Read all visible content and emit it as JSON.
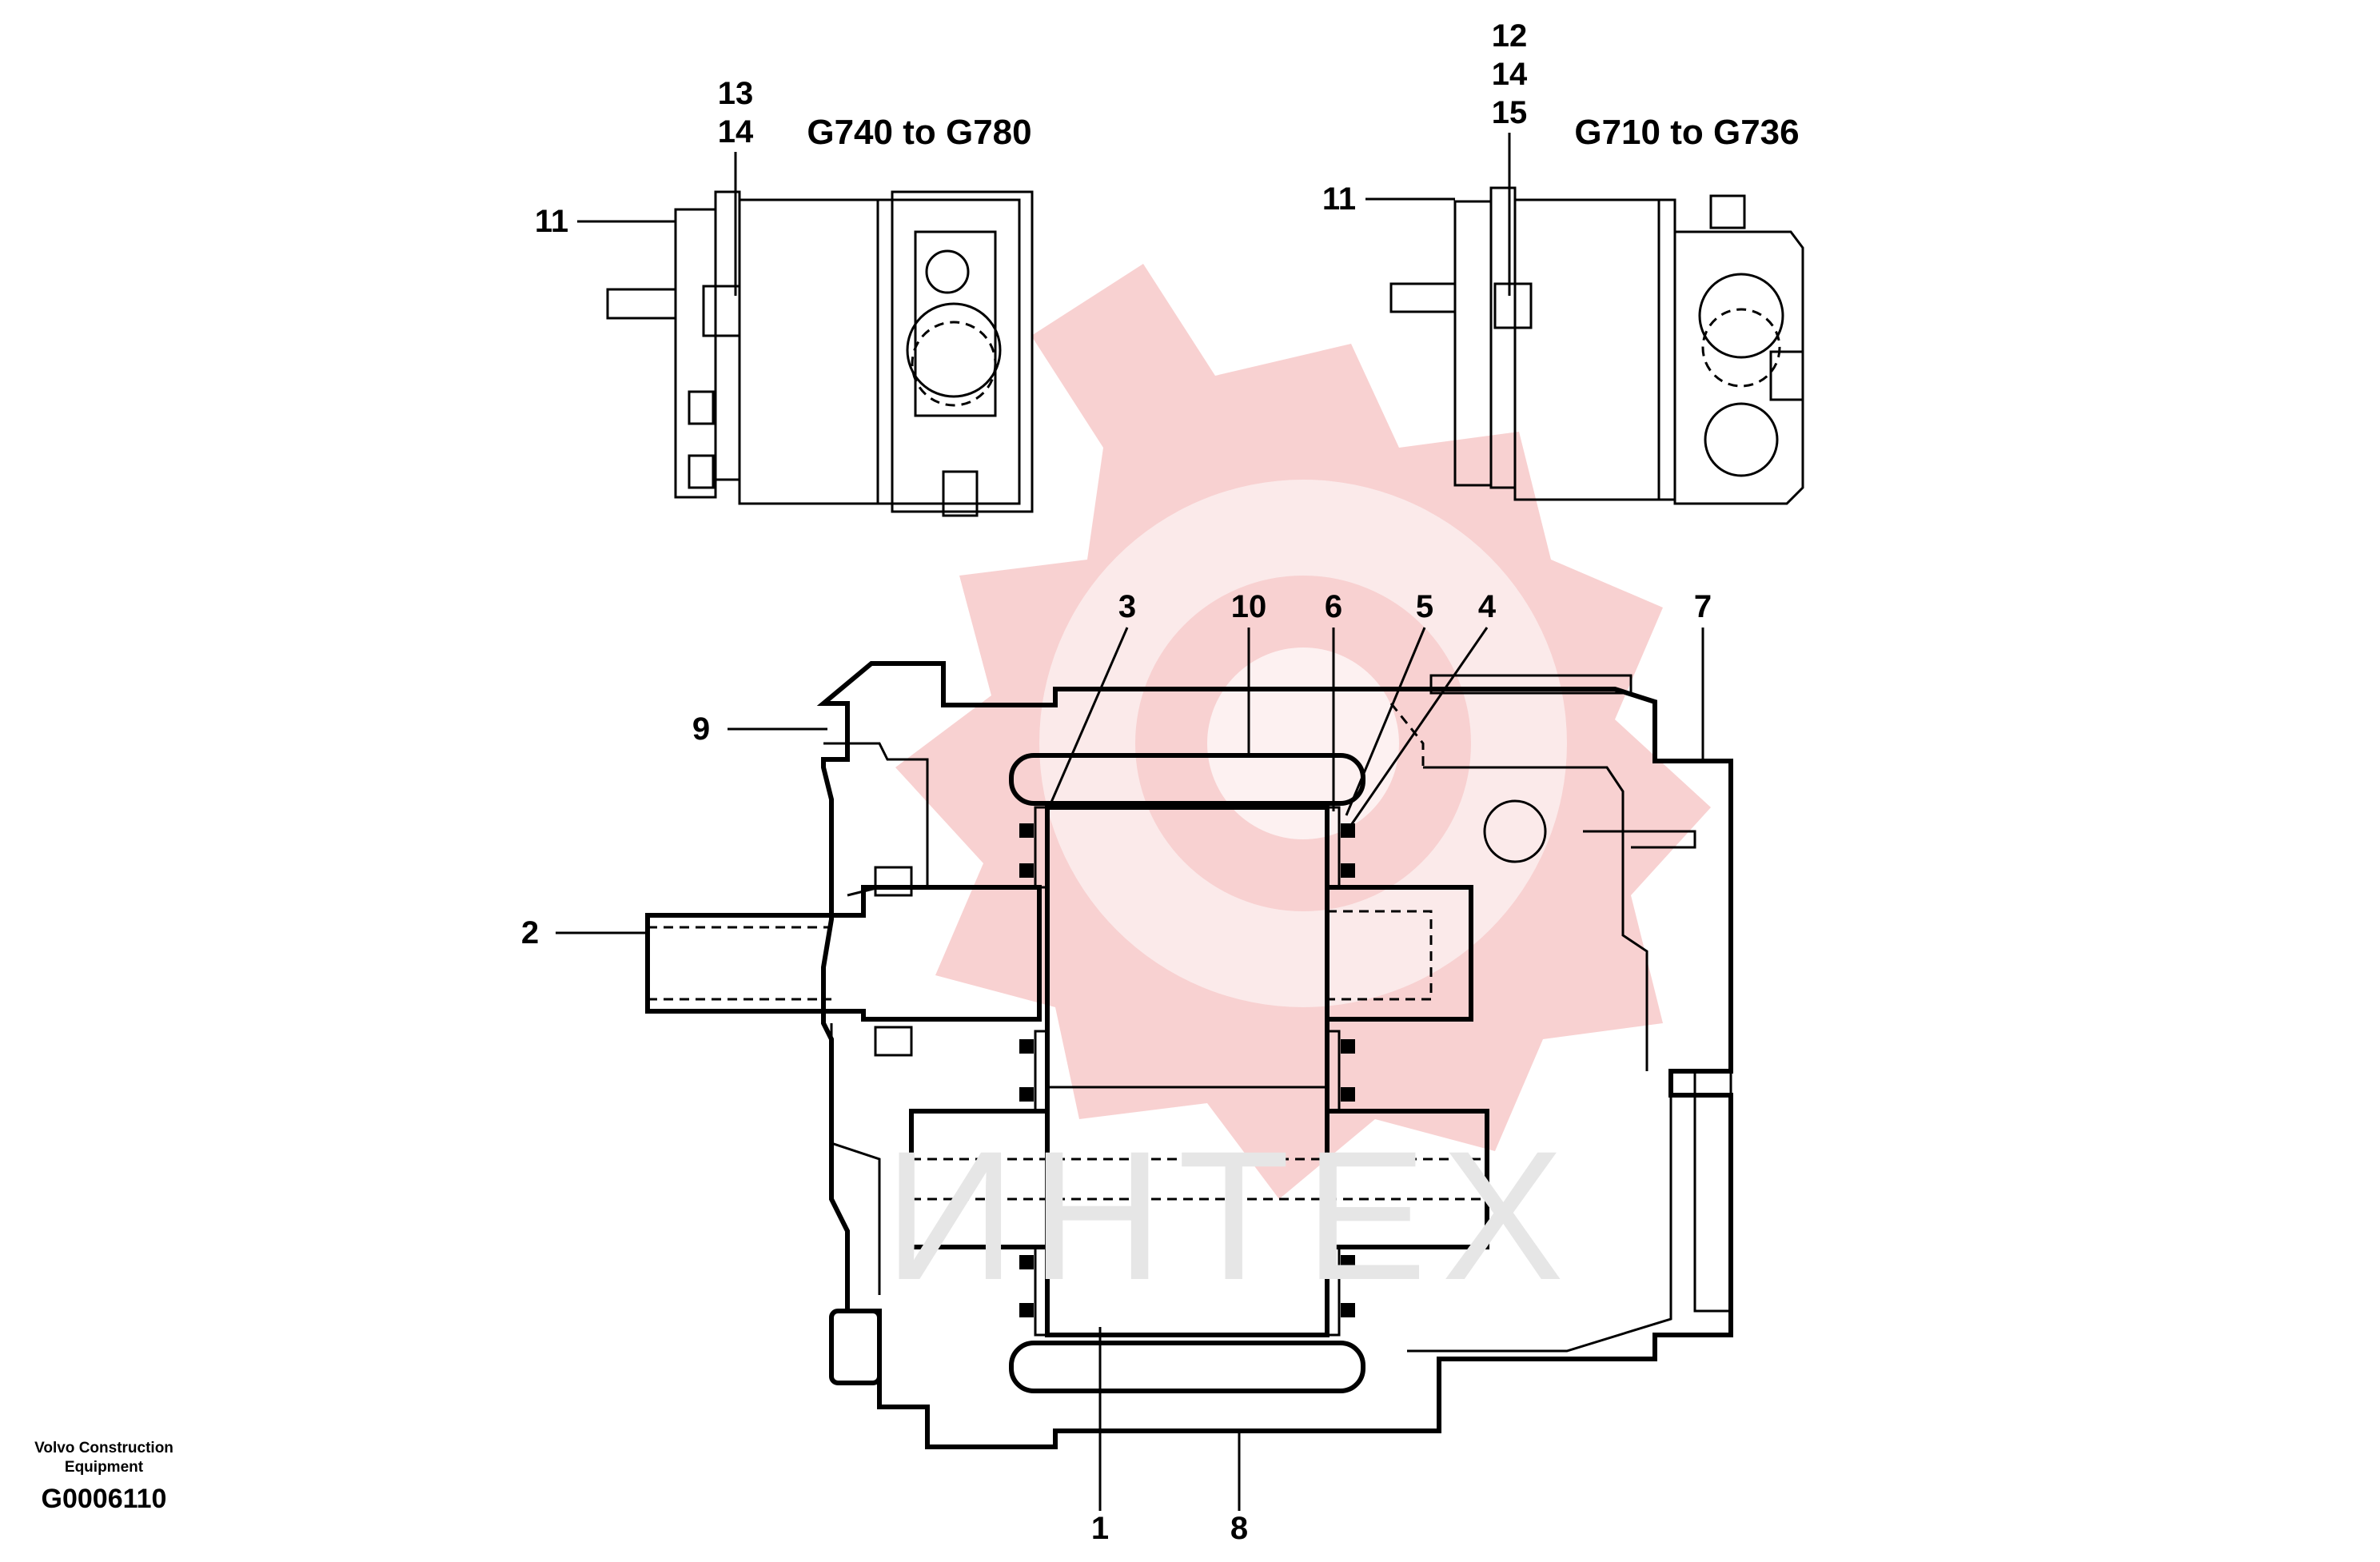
{
  "views": {
    "left": {
      "title": "G740 to G780",
      "callouts": [
        "13",
        "14",
        "11"
      ]
    },
    "right": {
      "title": "G710 to G736",
      "callouts": [
        "12",
        "14",
        "15",
        "11"
      ]
    }
  },
  "section_callouts": {
    "c1": "1",
    "c2": "2",
    "c3": "3",
    "c4": "4",
    "c5": "5",
    "c6": "6",
    "c7": "7",
    "c8": "8",
    "c9": "9",
    "c10": "10"
  },
  "watermark": {
    "text": "ИНТЕХ",
    "logo": "gear-logo"
  },
  "footer": {
    "org_line1": "Volvo Construction",
    "org_line2": "Equipment",
    "code": "G0006110"
  }
}
